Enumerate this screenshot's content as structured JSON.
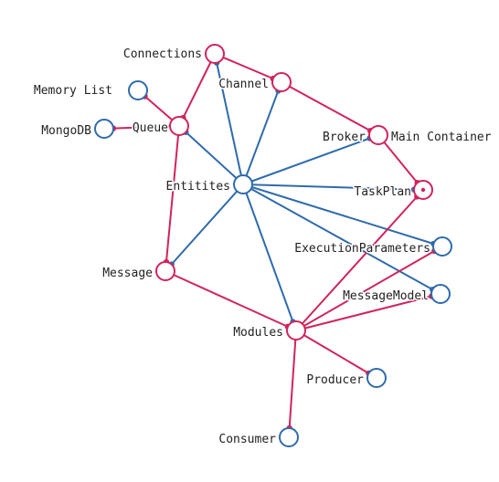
{
  "colors": {
    "blue": "#2f6bab",
    "red": "#d0245a",
    "text": "#222222"
  },
  "nodes": [
    {
      "id": "connections",
      "label": "Connections",
      "color": "red"
    },
    {
      "id": "memory-list",
      "label": "Memory List",
      "color": "blue"
    },
    {
      "id": "channel",
      "label": "Channel",
      "color": "red"
    },
    {
      "id": "mongodb",
      "label": "MongoDB",
      "color": "blue"
    },
    {
      "id": "queue",
      "label": "Queue",
      "color": "red"
    },
    {
      "id": "broker",
      "label": "Broker",
      "color": "blue"
    },
    {
      "id": "main-container",
      "label": "Main Container",
      "color": "red"
    },
    {
      "id": "entitites",
      "label": "Entitites",
      "color": "blue"
    },
    {
      "id": "taskplan",
      "label": "TaskPlan",
      "color": "red"
    },
    {
      "id": "executionparameters",
      "label": "ExecutionParameters",
      "color": "blue"
    },
    {
      "id": "message",
      "label": "Message",
      "color": "red"
    },
    {
      "id": "messagemodel",
      "label": "MessageModel",
      "color": "blue"
    },
    {
      "id": "modules",
      "label": "Modules",
      "color": "red"
    },
    {
      "id": "producer",
      "label": "Producer",
      "color": "blue"
    },
    {
      "id": "consumer",
      "label": "Consumer",
      "color": "blue"
    }
  ],
  "edges": [
    {
      "from": "entitites",
      "to": "connections",
      "color": "blue"
    },
    {
      "from": "entitites",
      "to": "channel",
      "color": "blue"
    },
    {
      "from": "entitites",
      "to": "queue",
      "color": "blue"
    },
    {
      "from": "entitites",
      "to": "broker",
      "color": "blue"
    },
    {
      "from": "entitites",
      "to": "taskplan",
      "color": "blue"
    },
    {
      "from": "entitites",
      "to": "executionparameters",
      "color": "blue"
    },
    {
      "from": "entitites",
      "to": "messagemodel",
      "color": "blue"
    },
    {
      "from": "entitites",
      "to": "modules",
      "color": "blue"
    },
    {
      "from": "entitites",
      "to": "message",
      "color": "blue"
    },
    {
      "from": "connections",
      "to": "channel",
      "color": "red"
    },
    {
      "from": "connections",
      "to": "queue",
      "color": "red"
    },
    {
      "from": "channel",
      "to": "main-container",
      "color": "red"
    },
    {
      "from": "main-container",
      "to": "taskplan",
      "color": "red"
    },
    {
      "from": "queue",
      "to": "memory-list",
      "color": "red"
    },
    {
      "from": "queue",
      "to": "mongodb",
      "color": "red"
    },
    {
      "from": "queue",
      "to": "message",
      "color": "red"
    },
    {
      "from": "message",
      "to": "modules",
      "color": "red"
    },
    {
      "from": "modules",
      "to": "taskplan",
      "color": "red"
    },
    {
      "from": "modules",
      "to": "executionparameters",
      "color": "red"
    },
    {
      "from": "modules",
      "to": "messagemodel",
      "color": "red"
    },
    {
      "from": "modules",
      "to": "producer",
      "color": "red"
    },
    {
      "from": "modules",
      "to": "consumer",
      "color": "red"
    }
  ]
}
